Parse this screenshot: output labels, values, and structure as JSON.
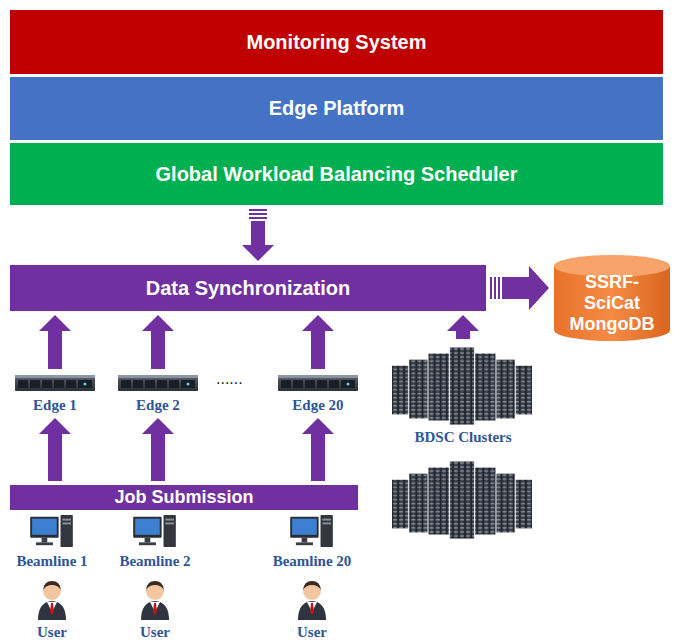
{
  "diagram": {
    "nodes": [
      {
        "text": [
          "Monitoring System"
        ]
      },
      {
        "text": [
          "Edge Platform"
        ]
      },
      {
        "text": [
          "Global Workload Balancing Scheduler"
        ]
      },
      {
        "text": [
          "Data Synchronization"
        ]
      },
      {
        "text": [
          "SSRF-SciCat MongoDB"
        ]
      },
      {
        "text": [
          "Edge 1"
        ]
      },
      {
        "text": [
          "Edge 2"
        ]
      },
      {
        "text": [
          "Edge 20"
        ]
      },
      {
        "text": [
          "BDSC Clusters"
        ]
      },
      {
        "text": [
          "Job Submission"
        ]
      },
      {
        "text": [
          "Beamline 1"
        ]
      },
      {
        "text": [
          "Beamline 2"
        ]
      },
      {
        "text": [
          "Beamline 20"
        ]
      },
      {
        "text": [
          "User"
        ]
      },
      {
        "text": [
          "User"
        ]
      },
      {
        "text": [
          "User"
        ]
      }
    ],
    "edges": [
      {
        "from": 2,
        "to": 3,
        "arrow": "to"
      },
      {
        "from": 3,
        "to": 4,
        "arrow": "to"
      },
      {
        "from": 5,
        "to": 3,
        "arrow": "to"
      },
      {
        "from": 6,
        "to": 3,
        "arrow": "to"
      },
      {
        "from": 7,
        "to": 3,
        "arrow": "to"
      },
      {
        "from": 8,
        "to": 3,
        "arrow": "to"
      },
      {
        "from": 9,
        "to": 5,
        "arrow": "to"
      },
      {
        "from": 9,
        "to": 6,
        "arrow": "to"
      },
      {
        "from": 9,
        "to": 7,
        "arrow": "to"
      }
    ],
    "labels": [
      "......"
    ]
  }
}
